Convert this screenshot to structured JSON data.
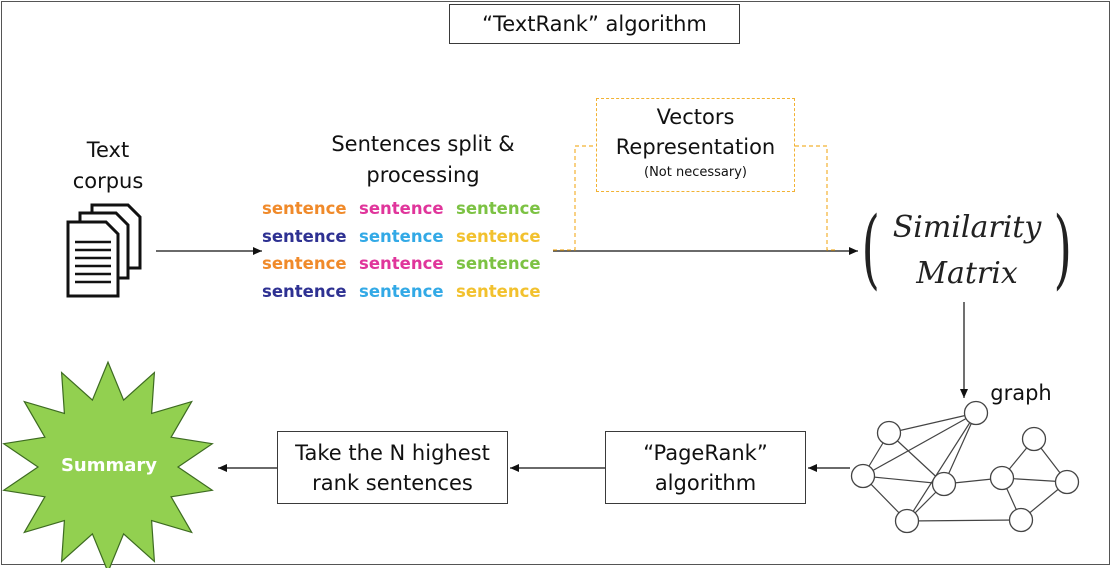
{
  "title": "“TextRank” algorithm",
  "corpus": {
    "line1": "Text",
    "line2": "corpus",
    "icon": "documents-icon"
  },
  "split": {
    "line1": "Sentences split &",
    "line2": "processing",
    "rows": [
      [
        "sentence",
        "sentence",
        "sentence"
      ],
      [
        "sentence",
        "sentence",
        "sentence"
      ],
      [
        "sentence",
        "sentence",
        "sentence"
      ],
      [
        "sentence",
        "sentence",
        "sentence"
      ]
    ],
    "colors": [
      [
        "#f08a2a",
        "#e0359b",
        "#7cc243"
      ],
      [
        "#2e3192",
        "#32a9e6",
        "#f2c12e"
      ],
      [
        "#f08a2a",
        "#e0359b",
        "#7cc243"
      ],
      [
        "#2e3192",
        "#32a9e6",
        "#f2c12e"
      ]
    ]
  },
  "vectors": {
    "line1": "Vectors",
    "line2": "Representation",
    "note": "(Not necessary)"
  },
  "matrix": {
    "line1": "Similarity",
    "line2": "Matrix"
  },
  "graph": {
    "label": "graph"
  },
  "pagerank": {
    "line1": "“PageRank”",
    "line2": "algorithm"
  },
  "take": {
    "line1": "Take the N highest",
    "line2": "rank sentences"
  },
  "summary": {
    "label": "Summary"
  },
  "colors": {
    "summary_fill": "#92d050",
    "summary_stroke": "#3d6b21",
    "dashed_orange": "#f2b233",
    "arrow": "#111111"
  }
}
